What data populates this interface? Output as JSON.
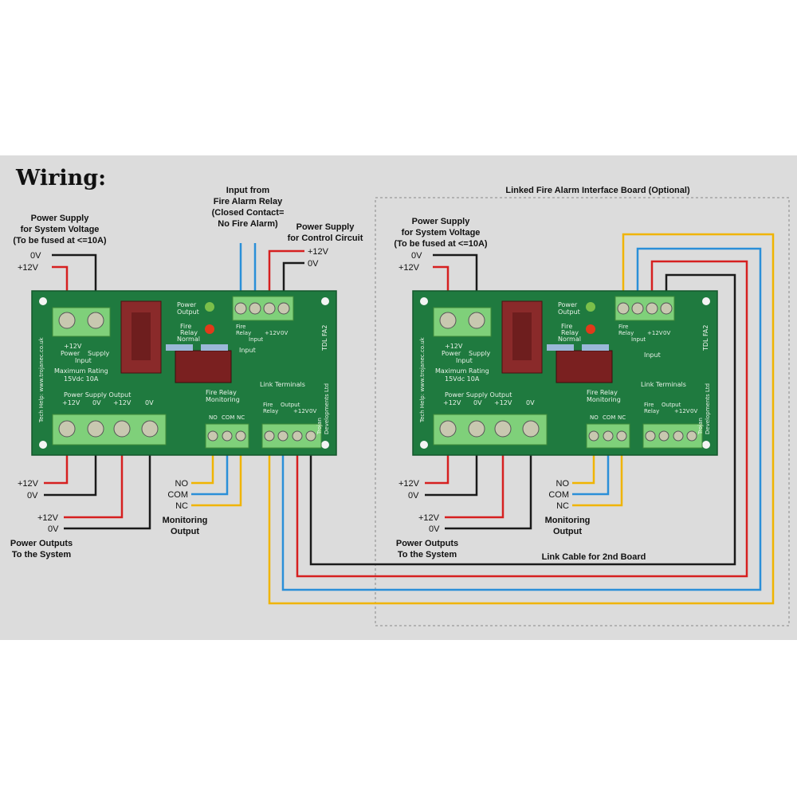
{
  "diagram": {
    "title": "Wiring:",
    "optional_box_label": "Linked Fire Alarm Interface Board (Optional)",
    "link_cable_label": "Link Cable for 2nd Board",
    "colors": {
      "background": "#ffffff",
      "panel": "#dcdcdc",
      "pcb": "#1f7a3f",
      "terminal": "#7fd07a",
      "wire_red": "#d62020",
      "wire_black": "#1a1a1a",
      "wire_blue": "#2a8fd8",
      "wire_yellow": "#f0b400"
    },
    "board1": {
      "input_relay_label": [
        "Input from",
        "Fire Alarm Relay",
        "(Closed Contact=",
        "No Fire Alarm)"
      ],
      "control_supply_label": [
        "Power Supply",
        "for Control Circuit"
      ],
      "control_supply_12v": "+12V",
      "control_supply_0v": "0V",
      "system_supply_label": [
        "Power Supply",
        "for System Voltage",
        "(To be fused at <=10A)"
      ],
      "system_supply_0v": "0V",
      "system_supply_12v": "+12V",
      "output1_12v": "+12V",
      "output1_0v": "0V",
      "output2_12v": "+12V",
      "output2_0v": "0V",
      "outputs_label": [
        "Power Outputs",
        "To the System"
      ],
      "mon_no": "NO",
      "mon_com": "COM",
      "mon_nc": "NC",
      "monitoring_label": [
        "Monitoring",
        "Output"
      ]
    },
    "board2": {
      "system_supply_label": [
        "Power Supply",
        "for System Voltage",
        "(To be fused at <=10A)"
      ],
      "system_supply_0v": "0V",
      "system_supply_12v": "+12V",
      "output1_12v": "+12V",
      "output1_0v": "0V",
      "output2_12v": "+12V",
      "output2_0v": "0V",
      "outputs_label": [
        "Power Outputs",
        "To the System"
      ],
      "mon_no": "NO",
      "mon_com": "COM",
      "mon_nc": "NC",
      "monitoring_label": [
        "Monitoring",
        "Output"
      ]
    },
    "pcb_silk": {
      "power_output": [
        "Power",
        "Output"
      ],
      "fire_relay_normal": [
        "Fire",
        "Relay",
        "Normal"
      ],
      "supply_input": [
        "+12V",
        "Power",
        "Supply",
        "Input"
      ],
      "max_rating": [
        "Maximum Rating",
        "15Vdc 10A"
      ],
      "power_supply_output": "Power Supply Output",
      "output_terms": [
        "+12V",
        "0V",
        "+12V",
        "0V"
      ],
      "fire_relay_monitoring": [
        "Fire Relay",
        "Monitoring"
      ],
      "mon_terms": [
        "NO",
        "COM",
        "NC"
      ],
      "link_terminals": "Link Terminals",
      "link_terms": [
        "Fire",
        "Relay",
        "Output",
        "+12V",
        "0V"
      ],
      "input_terms": [
        "Fire",
        "Relay",
        "Input",
        "+12V",
        "0V"
      ],
      "input_word": "Input",
      "code": "TDL FA2",
      "maker": [
        "Trojan",
        "Developments Ltd"
      ],
      "website": "Tech Help: www.trojanec.co.uk"
    }
  }
}
